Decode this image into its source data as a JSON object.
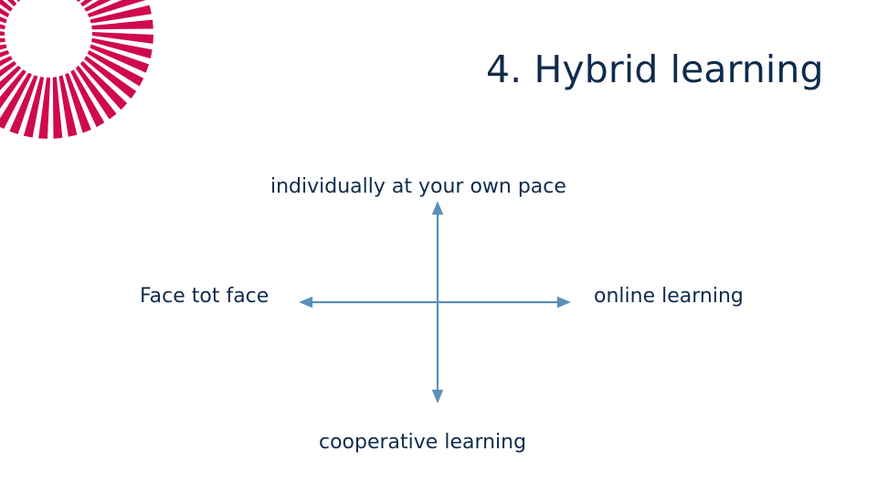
{
  "slide": {
    "background_color": "#ffffff",
    "title": "4. Hybrid learning",
    "title_color": "#0f2b4c"
  },
  "logo": {
    "name": "radial-sunburst-logo",
    "color": "#cf0a4b",
    "ray_count": 44,
    "description": "radial sunburst of crimson rays with white center, cropped at top-left corner"
  },
  "diagram": {
    "type": "two-axis-quadrant",
    "axis_color": "#5b8fb9",
    "axes": [
      {
        "name": "vertical-axis",
        "orientation": "vertical",
        "positive_end_label": "individually at your own pace",
        "negative_end_label": "cooperative learning"
      },
      {
        "name": "horizontal-axis",
        "orientation": "horizontal",
        "negative_end_label": "Face tot face",
        "positive_end_label": "online learning"
      }
    ],
    "labels": {
      "top": "individually at your own pace",
      "left": "Face tot face",
      "right": "online learning",
      "bottom": "cooperative learning"
    }
  }
}
